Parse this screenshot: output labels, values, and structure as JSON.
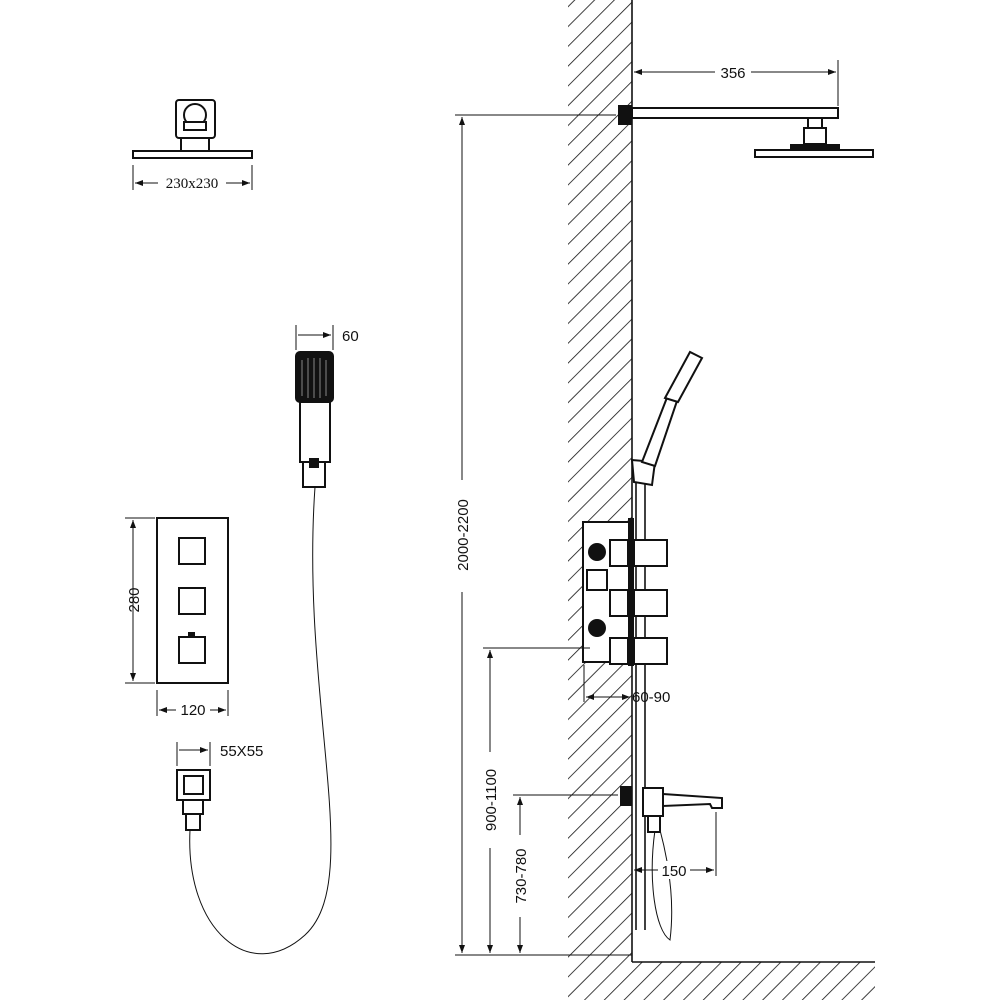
{
  "dimensions": {
    "overhead_head_size": "230x230",
    "arm_length": "356",
    "hand_shower_width": "60",
    "overhead_height": "2000-2200",
    "valve_height": "280",
    "valve_width": "120",
    "outlet_size": "55X55",
    "valve_depth": "60-90",
    "valve_mount_height": "900-1100",
    "spout_height": "730-780",
    "spout_length": "150"
  },
  "colors": {
    "line": "#111111",
    "background": "#ffffff"
  }
}
